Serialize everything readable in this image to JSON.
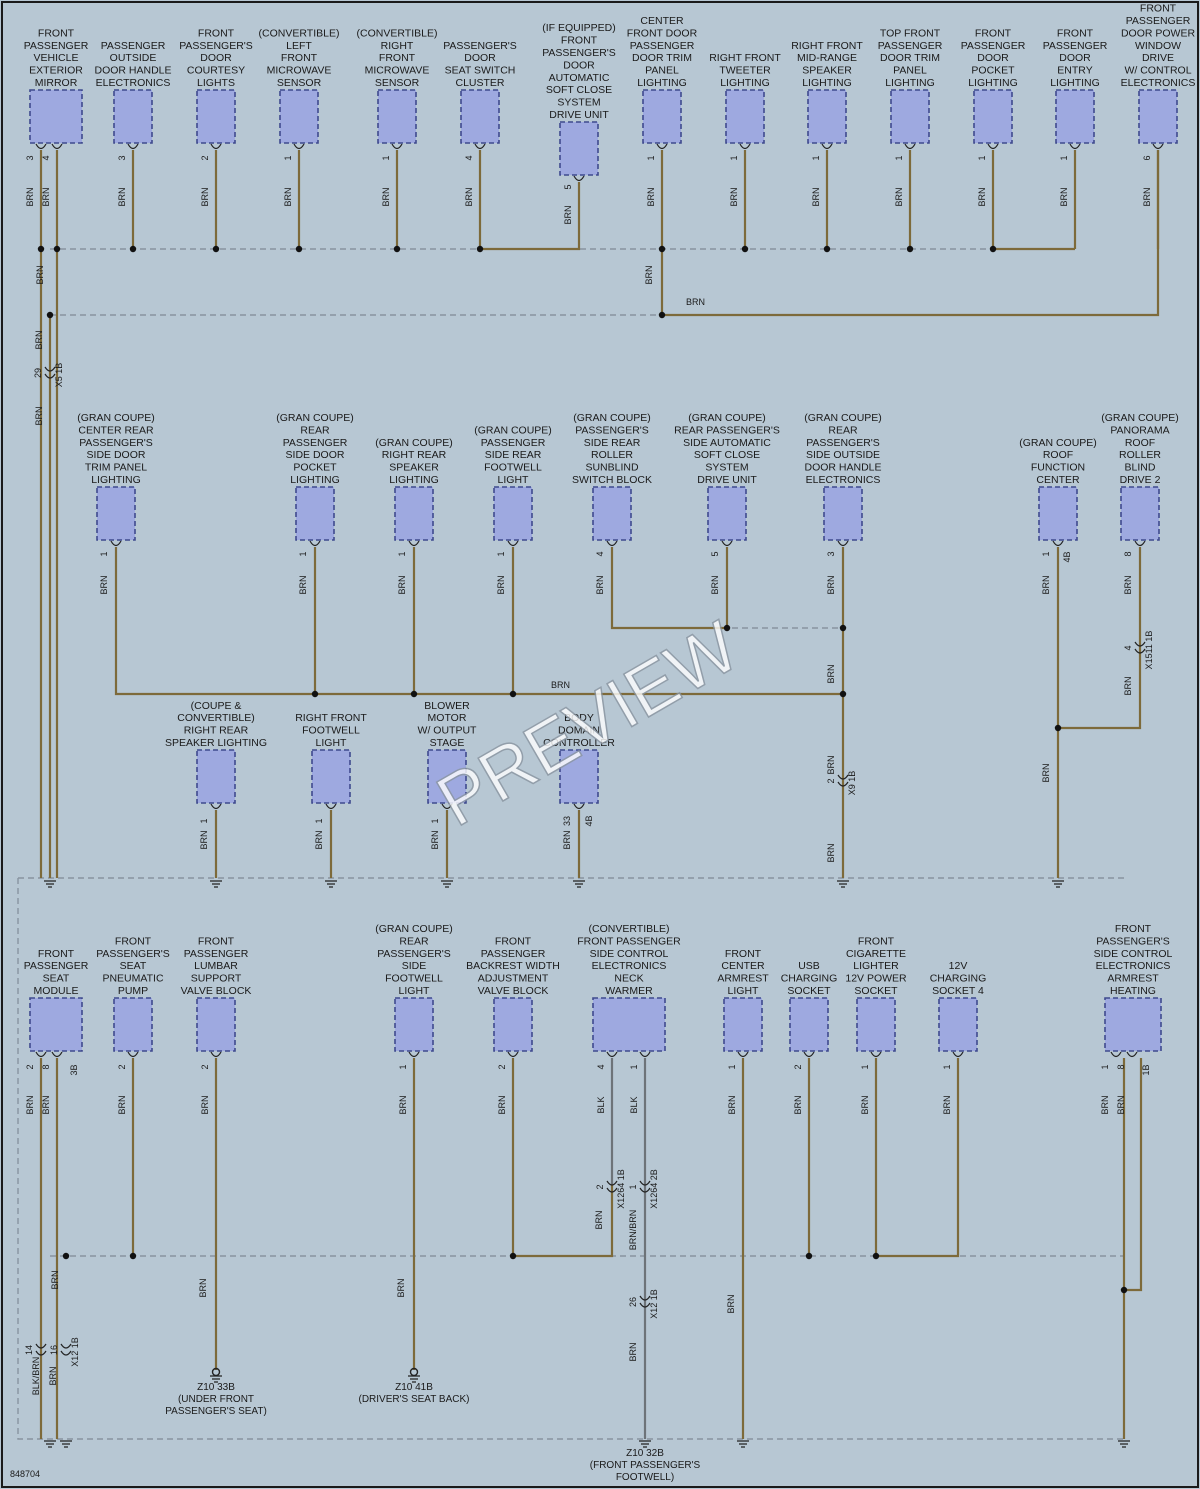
{
  "colors": {
    "background": "#b7c7d3",
    "frame": "#1a1a1a",
    "component_fill": "#9ea9e0",
    "component_border": "#3f4a8e",
    "wire_brn": "#7d6a3a",
    "wire_blk": "#6d7378",
    "dashed_bus": "#8894a0"
  },
  "figure_id": "848704",
  "watermark": "PREVIEW",
  "components": [
    {
      "id": "c1",
      "name": "FRONT\nPASSENGER\nVEHICLE\nEXTERIOR\nMIRROR"
    },
    {
      "id": "c2",
      "name": "PASSENGER\nOUTSIDE\nDOOR HANDLE\nELECTRONICS"
    },
    {
      "id": "c3",
      "name": "FRONT\nPASSENGER'S\nDOOR\nCOURTESY\nLIGHTS"
    },
    {
      "id": "c4",
      "name": "(CONVERTIBLE)\nLEFT\nFRONT\nMICROWAVE\nSENSOR"
    },
    {
      "id": "c5",
      "name": "(CONVERTIBLE)\nRIGHT\nFRONT\nMICROWAVE\nSENSOR"
    },
    {
      "id": "c6",
      "name": "PASSENGER'S\nDOOR\nSEAT SWITCH\nCLUSTER"
    },
    {
      "id": "c7",
      "name": "(IF EQUIPPED)\nFRONT\nPASSENGER'S\nDOOR\nAUTOMATIC\nSOFT CLOSE\nSYSTEM\nDRIVE UNIT"
    },
    {
      "id": "c8",
      "name": "CENTER\nFRONT DOOR\nPASSENGER\nDOOR TRIM\nPANEL\nLIGHTING"
    },
    {
      "id": "c9",
      "name": "RIGHT FRONT\nTWEETER\nLIGHTING"
    },
    {
      "id": "c10",
      "name": "RIGHT FRONT\nMID-RANGE\nSPEAKER\nLIGHTING"
    },
    {
      "id": "c11",
      "name": "TOP FRONT\nPASSENGER\nDOOR TRIM\nPANEL\nLIGHTING"
    },
    {
      "id": "c12",
      "name": "FRONT\nPASSENGER\nDOOR\nPOCKET\nLIGHTING"
    },
    {
      "id": "c13",
      "name": "FRONT\nPASSENGER\nDOOR\nENTRY\nLIGHTING"
    },
    {
      "id": "c14",
      "name": "FRONT\nPASSENGER\nDOOR POWER\nWINDOW\nDRIVE\nW/ CONTROL\nELECTRONICS"
    },
    {
      "id": "m1",
      "name": "(GRAN COUPE)\nCENTER REAR\nPASSENGER'S\nSIDE DOOR\nTRIM PANEL\nLIGHTING"
    },
    {
      "id": "m2",
      "name": "(GRAN COUPE)\nREAR\nPASSENGER\nSIDE DOOR\nPOCKET\nLIGHTING"
    },
    {
      "id": "m3",
      "name": "(GRAN COUPE)\nRIGHT REAR\nSPEAKER\nLIGHTING"
    },
    {
      "id": "m4",
      "name": "(GRAN COUPE)\nPASSENGER\nSIDE REAR\nFOOTWELL\nLIGHT"
    },
    {
      "id": "m5",
      "name": "(GRAN COUPE)\nPASSENGER'S\nSIDE REAR\nROLLER\nSUNBLIND\nSWITCH BLOCK"
    },
    {
      "id": "m6",
      "name": "(GRAN COUPE)\nREAR PASSENGER'S\nSIDE AUTOMATIC\nSOFT CLOSE\nSYSTEM\nDRIVE UNIT"
    },
    {
      "id": "m7",
      "name": "(GRAN COUPE)\nREAR\nPASSENGER'S\nSIDE OUTSIDE\nDOOR HANDLE\nELECTRONICS"
    },
    {
      "id": "m8",
      "name": "(GRAN COUPE)\nROOF\nFUNCTION\nCENTER"
    },
    {
      "id": "m9",
      "name": "(GRAN COUPE)\nPANORAMA\nROOF\nROLLER\nBLIND\nDRIVE 2"
    },
    {
      "id": "n1",
      "name": "(COUPE &\nCONVERTIBLE)\nRIGHT REAR\nSPEAKER LIGHTING"
    },
    {
      "id": "n2",
      "name": "RIGHT FRONT\nFOOTWELL\nLIGHT"
    },
    {
      "id": "n3",
      "name": "BLOWER\nMOTOR\nW/ OUTPUT\nSTAGE"
    },
    {
      "id": "n4",
      "name": "BODY\nDOMAIN\nCONTROLLER"
    },
    {
      "id": "b1",
      "name": "FRONT\nPASSENGER\nSEAT\nMODULE"
    },
    {
      "id": "b2",
      "name": "FRONT\nPASSENGER'S\nSEAT\nPNEUMATIC\nPUMP"
    },
    {
      "id": "b3",
      "name": "FRONT\nPASSENGER\nLUMBAR\nSUPPORT\nVALVE BLOCK"
    },
    {
      "id": "b4",
      "name": "(GRAN COUPE)\nREAR\nPASSENGER'S\nSIDE\nFOOTWELL\nLIGHT"
    },
    {
      "id": "b5",
      "name": "FRONT\nPASSENGER\nBACKREST WIDTH\nADJUSTMENT\nVALVE BLOCK"
    },
    {
      "id": "b6",
      "name": "(CONVERTIBLE)\nFRONT PASSENGER\nSIDE CONTROL\nELECTRONICS\nNECK\nWARMER"
    },
    {
      "id": "b7",
      "name": "FRONT\nCENTER\nARMREST\nLIGHT"
    },
    {
      "id": "b8",
      "name": "USB\nCHARGING\nSOCKET"
    },
    {
      "id": "b9",
      "name": "FRONT\nCIGARETTE\nLIGHTER\n12V POWER\nSOCKET"
    },
    {
      "id": "b10",
      "name": "12V\nCHARGING\nSOCKET 4"
    },
    {
      "id": "b11",
      "name": "FRONT\nPASSENGER'S\nSIDE CONTROL\nELECTRONICS\nARMREST\nHEATING"
    }
  ],
  "pins": [
    {
      "id": "p1",
      "text": "3"
    },
    {
      "id": "p2",
      "text": "4"
    },
    {
      "id": "p3",
      "text": "3"
    },
    {
      "id": "p4",
      "text": "2"
    },
    {
      "id": "p5",
      "text": "1"
    },
    {
      "id": "p6",
      "text": "1"
    },
    {
      "id": "p7",
      "text": "4"
    },
    {
      "id": "p8",
      "text": "5"
    },
    {
      "id": "p9",
      "text": "1"
    },
    {
      "id": "p10",
      "text": "1"
    },
    {
      "id": "p11",
      "text": "1"
    },
    {
      "id": "p12",
      "text": "1"
    },
    {
      "id": "p13",
      "text": "1"
    },
    {
      "id": "p14",
      "text": "1"
    },
    {
      "id": "p15",
      "text": "6"
    },
    {
      "id": "p16",
      "text": "1"
    },
    {
      "id": "p17",
      "text": "1"
    },
    {
      "id": "p18",
      "text": "1"
    },
    {
      "id": "p19",
      "text": "1"
    },
    {
      "id": "p20",
      "text": "4"
    },
    {
      "id": "p21",
      "text": "5"
    },
    {
      "id": "p22",
      "text": "3"
    },
    {
      "id": "p23",
      "text": "1"
    },
    {
      "id": "p24",
      "text": "4B"
    },
    {
      "id": "p25",
      "text": "8"
    },
    {
      "id": "p26",
      "text": "1"
    },
    {
      "id": "p27",
      "text": "1"
    },
    {
      "id": "p28",
      "text": "1"
    },
    {
      "id": "p29",
      "text": "33"
    },
    {
      "id": "p30",
      "text": "4B"
    },
    {
      "id": "p31",
      "text": "2"
    },
    {
      "id": "p32",
      "text": "8"
    },
    {
      "id": "p33",
      "text": "3B"
    },
    {
      "id": "p34",
      "text": "2"
    },
    {
      "id": "p35",
      "text": "2"
    },
    {
      "id": "p36",
      "text": "1"
    },
    {
      "id": "p37",
      "text": "2"
    },
    {
      "id": "p38",
      "text": "4"
    },
    {
      "id": "p39",
      "text": "1"
    },
    {
      "id": "p40",
      "text": "1"
    },
    {
      "id": "p41",
      "text": "2"
    },
    {
      "id": "p42",
      "text": "1"
    },
    {
      "id": "p43",
      "text": "1"
    },
    {
      "id": "p44",
      "text": "1"
    },
    {
      "id": "p45",
      "text": "8"
    },
    {
      "id": "p46",
      "text": "1B"
    }
  ],
  "wire_labels": [
    {
      "id": "w1",
      "text": "BRN"
    },
    {
      "id": "w2",
      "text": "BRN"
    },
    {
      "id": "w3",
      "text": "BRN"
    },
    {
      "id": "w4",
      "text": "BRN"
    },
    {
      "id": "w5",
      "text": "BRN"
    },
    {
      "id": "w6",
      "text": "BRN"
    },
    {
      "id": "w7",
      "text": "BRN"
    },
    {
      "id": "w8",
      "text": "BRN"
    },
    {
      "id": "w9",
      "text": "BRN"
    },
    {
      "id": "w10",
      "text": "BRN"
    },
    {
      "id": "w11",
      "text": "BRN"
    },
    {
      "id": "w12",
      "text": "BRN"
    },
    {
      "id": "w13",
      "text": "BRN"
    },
    {
      "id": "w14",
      "text": "BRN"
    },
    {
      "id": "w15",
      "text": "BRN"
    },
    {
      "id": "w16",
      "text": "BRN"
    },
    {
      "id": "w17",
      "text": "BRN"
    },
    {
      "id": "w18",
      "text": "BRN"
    },
    {
      "id": "w19",
      "text": "BRN"
    },
    {
      "id": "w20",
      "text": "BRN"
    },
    {
      "id": "w21",
      "text": "BRN"
    },
    {
      "id": "w22",
      "text": "BRN"
    },
    {
      "id": "w23",
      "text": "BRN"
    },
    {
      "id": "w24",
      "text": "BRN"
    },
    {
      "id": "w25",
      "text": "BRN"
    },
    {
      "id": "w26",
      "text": "BRN"
    },
    {
      "id": "w27",
      "text": "BRN"
    },
    {
      "id": "w28",
      "text": "BRN"
    },
    {
      "id": "w29",
      "text": "BRN"
    },
    {
      "id": "w30",
      "text": "BRN"
    },
    {
      "id": "w31",
      "text": "BRN"
    },
    {
      "id": "w32",
      "text": "BRN"
    },
    {
      "id": "w33",
      "text": "BRN"
    },
    {
      "id": "w34",
      "text": "BRN"
    },
    {
      "id": "w35",
      "text": "BRN"
    },
    {
      "id": "w36",
      "text": "BRN"
    },
    {
      "id": "w37",
      "text": "BRN"
    },
    {
      "id": "w38",
      "text": "BRN"
    },
    {
      "id": "w39",
      "text": "BRN"
    },
    {
      "id": "w40",
      "text": "BRN"
    },
    {
      "id": "w41",
      "text": "BRN"
    },
    {
      "id": "w42",
      "text": "BRN"
    },
    {
      "id": "w43",
      "text": "BRN"
    },
    {
      "id": "w44",
      "text": "BRN"
    },
    {
      "id": "w45",
      "text": "BRN"
    },
    {
      "id": "w46",
      "text": "BLK"
    },
    {
      "id": "w47",
      "text": "BLK"
    },
    {
      "id": "w48",
      "text": "BRN"
    },
    {
      "id": "w49",
      "text": "BRN"
    },
    {
      "id": "w50",
      "text": "BRN"
    },
    {
      "id": "w51",
      "text": "BRN"
    },
    {
      "id": "w52",
      "text": "BRN"
    },
    {
      "id": "w53",
      "text": "BRN"
    },
    {
      "id": "w54",
      "text": "BRN"
    },
    {
      "id": "w55",
      "text": "BRN"
    },
    {
      "id": "w56",
      "text": "BRN"
    },
    {
      "id": "w57",
      "text": "BRN"
    },
    {
      "id": "w58",
      "text": "BRN/BRN"
    },
    {
      "id": "w59",
      "text": "BLK/BRN"
    },
    {
      "id": "w60",
      "text": "BRN"
    },
    {
      "id": "w61",
      "text": "BRN"
    },
    {
      "id": "w62",
      "text": "BRN"
    }
  ],
  "connectors": [
    {
      "id": "k1",
      "pin": "29",
      "name": "X5 1B"
    },
    {
      "id": "k2",
      "pin": "4",
      "name": "X1511 1B"
    },
    {
      "id": "k3",
      "pin": "2",
      "name": "X9 1B"
    },
    {
      "id": "k4",
      "pin": "2",
      "name": "X1264 1B"
    },
    {
      "id": "k5",
      "pin": "1",
      "name": "X1264 2B"
    },
    {
      "id": "k6",
      "pin": "14",
      "name": ""
    },
    {
      "id": "k7",
      "pin": "16",
      "name": "X12 1B"
    },
    {
      "id": "k8",
      "pin": "26",
      "name": "X12 1B"
    }
  ],
  "grounds": [
    {
      "id": "g1",
      "name": "Z10 33B",
      "desc": "(UNDER FRONT\nPASSENGER'S SEAT)"
    },
    {
      "id": "g2",
      "name": "Z10 41B",
      "desc": "(DRIVER'S SEAT BACK)"
    },
    {
      "id": "g3",
      "name": "Z10 32B",
      "desc": "(FRONT PASSENGER'S\nFOOTWELL)"
    }
  ]
}
